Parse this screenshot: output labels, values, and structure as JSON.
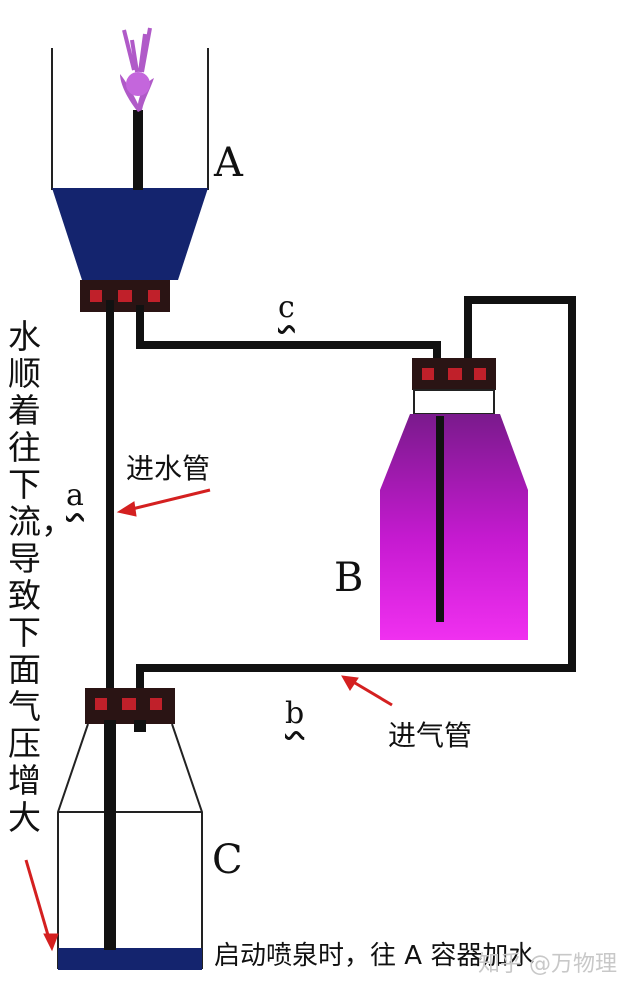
{
  "labels": {
    "A": "A",
    "B": "B",
    "C": "C",
    "a": "a",
    "b": "b",
    "c": "c",
    "water_inlet": "进水管",
    "air_inlet": "进气管",
    "side_note": "水顺着往下流，导致下面气压增大",
    "bottom_note": "启动喷泉时，往 A 容器加水",
    "watermark": "知乎 @万物理"
  },
  "colors": {
    "water": "#14246e",
    "liquid_b": "#d018d8",
    "stopper": "#2a1414",
    "stopper_mark": "#c0202a",
    "arrow": "#d42020",
    "flower": "#b05ac8",
    "tube": "#111111"
  }
}
